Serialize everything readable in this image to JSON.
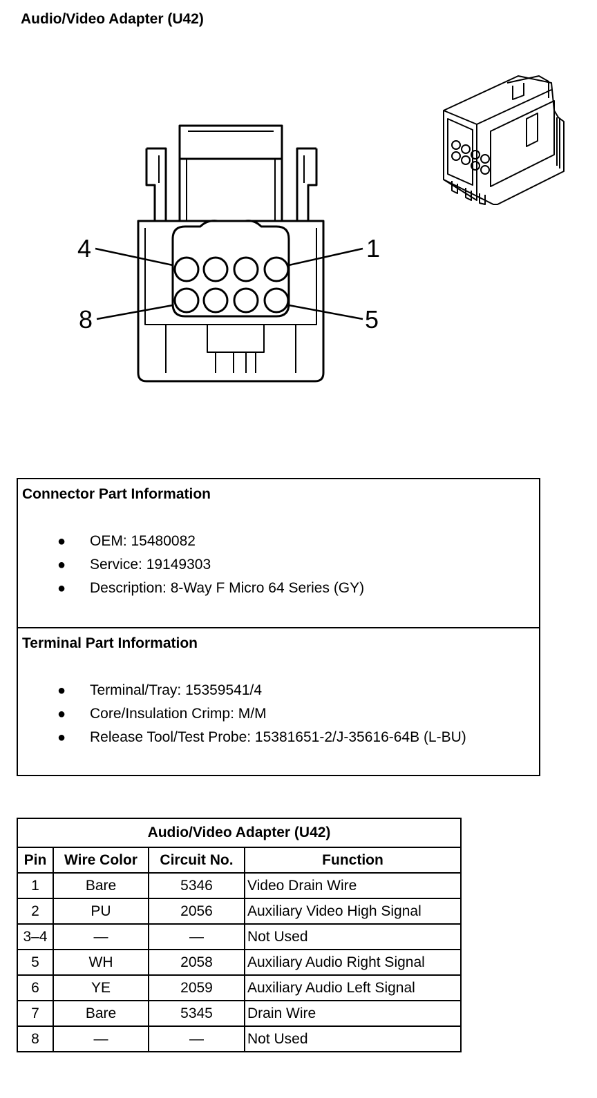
{
  "page": {
    "title": "Audio/Video Adapter (U42)"
  },
  "diagram": {
    "pin_labels": {
      "top_left": "4",
      "top_right": "1",
      "bottom_left": "8",
      "bottom_right": "5"
    }
  },
  "connector_info": {
    "heading": "Connector Part Information",
    "items": [
      "OEM: 15480082",
      "Service: 19149303",
      "Description: 8-Way F Micro 64 Series (GY)"
    ]
  },
  "terminal_info": {
    "heading": "Terminal Part Information",
    "items": [
      "Terminal/Tray: 15359541/4",
      "Core/Insulation Crimp: M/M",
      "Release Tool/Test Probe: 15381651-2/J-35616-64B (L-BU)"
    ]
  },
  "pin_table": {
    "title": "Audio/Video Adapter (U42)",
    "headers": [
      "Pin",
      "Wire Color",
      "Circuit No.",
      "Function"
    ],
    "rows": [
      [
        "1",
        "Bare",
        "5346",
        "Video Drain Wire"
      ],
      [
        "2",
        "PU",
        "2056",
        "Auxiliary Video High Signal"
      ],
      [
        "3–4",
        "—",
        "—",
        "Not Used"
      ],
      [
        "5",
        "WH",
        "2058",
        "Auxiliary Audio Right Signal"
      ],
      [
        "6",
        "YE",
        "2059",
        "Auxiliary Audio Left Signal"
      ],
      [
        "7",
        "Bare",
        "5345",
        "Drain Wire"
      ],
      [
        "8",
        "—",
        "—",
        "Not Used"
      ]
    ]
  }
}
